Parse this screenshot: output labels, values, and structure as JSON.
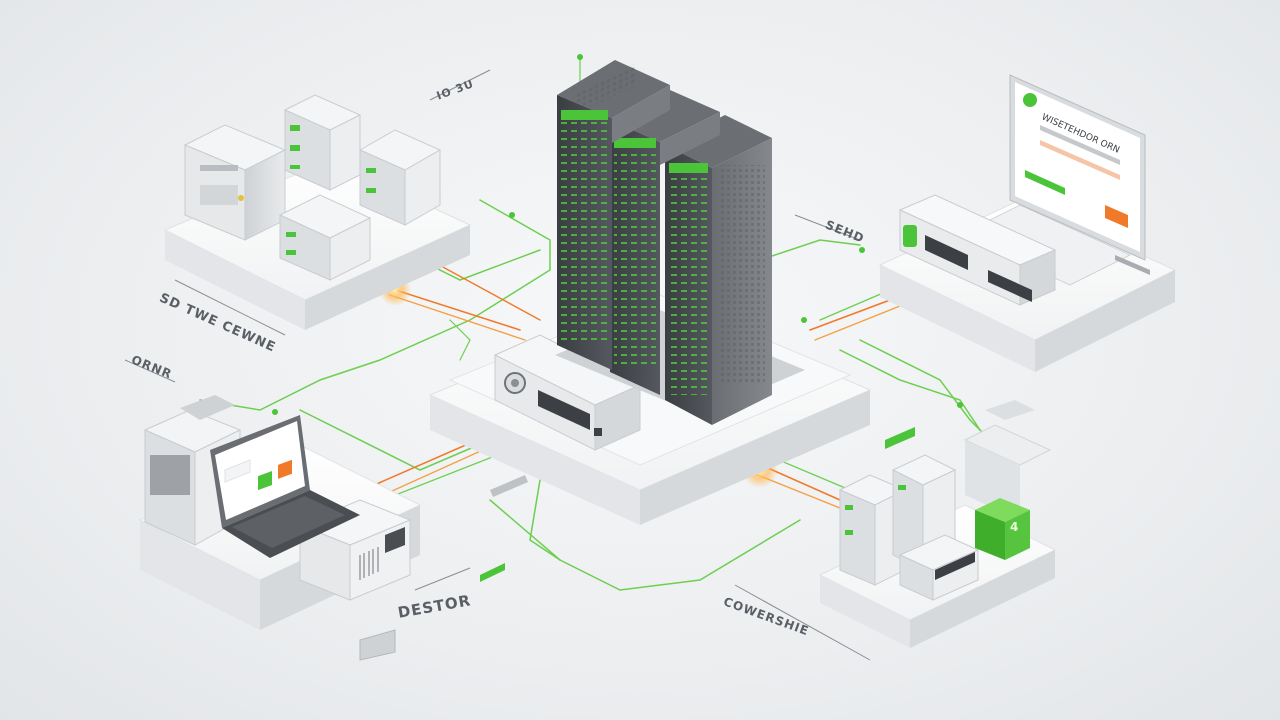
{
  "labels": {
    "top_small": "IO 3U",
    "left_upper": "SD TWE CEWNE",
    "left_lower": "ORNR",
    "bottom_center": "DESTOR",
    "right_upper": "SEHD",
    "bottom_right": "COWERSHIE",
    "laptop_screen_title": "WISETEHDOR ORN",
    "cube_glyph": "4"
  },
  "colors": {
    "accent_green": "#4cc43a",
    "link_orange": "#f07a2a",
    "server_dark": "#4a4d52",
    "platform_white": "#ffffff"
  },
  "icons": {
    "rack_nodes": [
      "server-rack-icon",
      "server-rack-icon",
      "server-rack-icon"
    ],
    "peripheral_nodes": [
      "storage-cluster-icon",
      "laptop-icon",
      "workstation-icon",
      "storage-stack-icon"
    ]
  }
}
